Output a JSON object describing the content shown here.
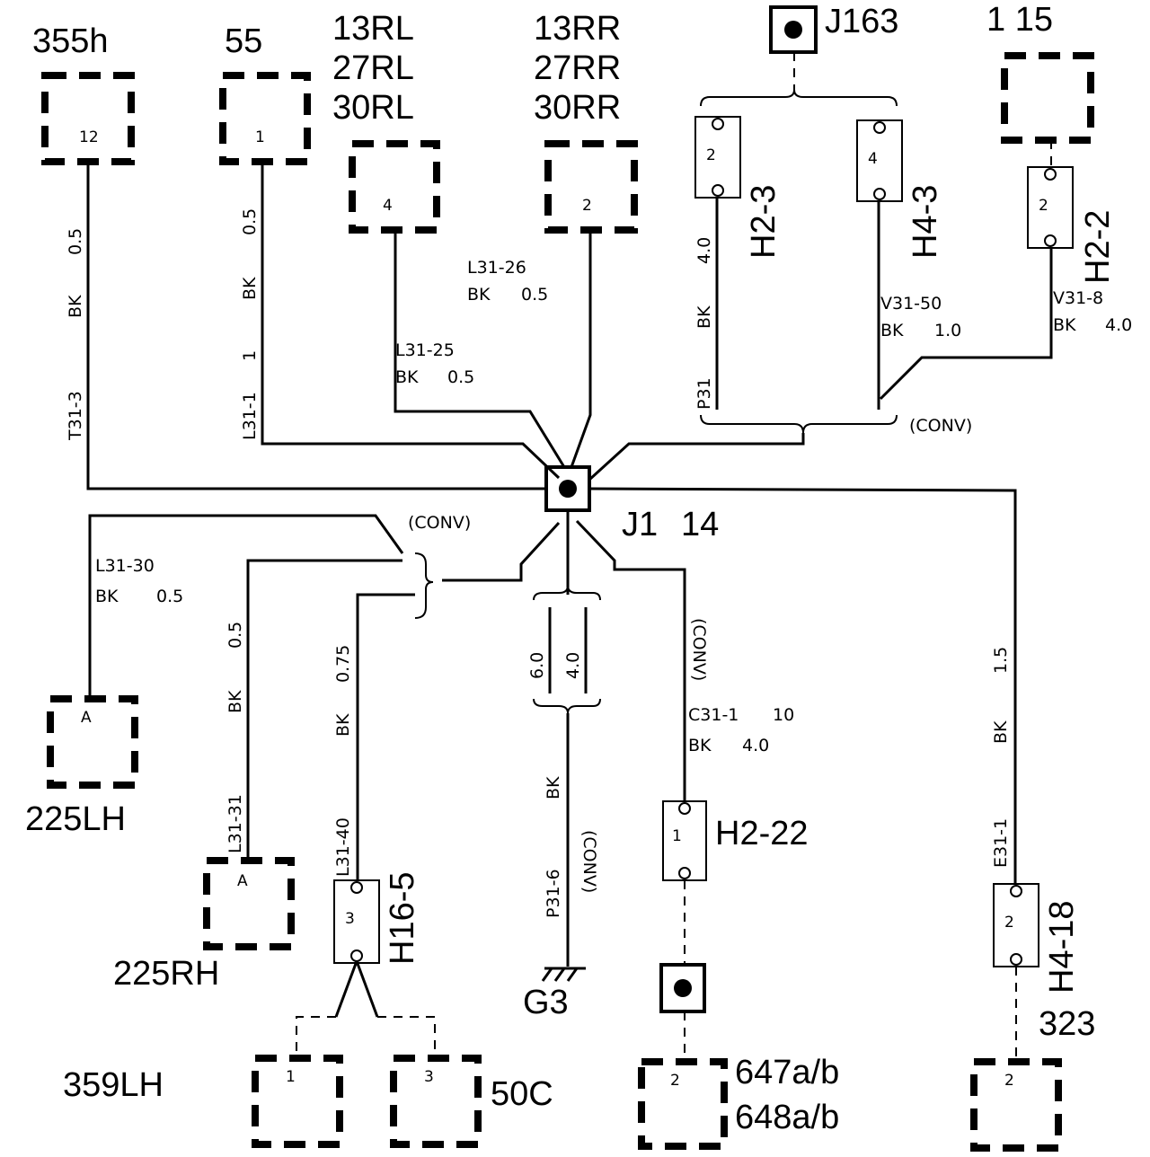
{
  "splice": {
    "ref": "J1",
    "num": "14",
    "conv": "(CONV)"
  },
  "top_splice": {
    "ref": "J163"
  },
  "connectors": {
    "c355h": {
      "name": "355h",
      "pin": "12"
    },
    "c55": {
      "name": "55",
      "pin": "1"
    },
    "c13rl": {
      "names": [
        "13RL",
        "27RL",
        "30RL"
      ],
      "pin": "4"
    },
    "c13rr": {
      "names": [
        "13RR",
        "27RR",
        "30RR"
      ],
      "pin": "2"
    },
    "c115": {
      "name": "1 15"
    },
    "c225lh": {
      "name": "225LH",
      "pin": "A"
    },
    "c225rh": {
      "name": "225RH",
      "pin": "A"
    },
    "c359lh": {
      "name": "359LH",
      "pin": "1"
    },
    "c50c": {
      "name": "50C",
      "pin": "3"
    },
    "c647": {
      "names": [
        "647a/b",
        "648a/b"
      ],
      "pin": "2"
    },
    "c323": {
      "name": "323",
      "pin": "2"
    }
  },
  "inline": {
    "h2_3": {
      "name": "H2-3",
      "pin": "2"
    },
    "h4_3": {
      "name": "H4-3",
      "pin": "4"
    },
    "h2_2": {
      "name": "H2-2",
      "pin": "2"
    },
    "h16_5": {
      "name": "H16-5",
      "pin": "3"
    },
    "h2_22": {
      "name": "H2-22",
      "pin": "1"
    },
    "h4_18": {
      "name": "H4-18",
      "pin": "2"
    }
  },
  "ground": {
    "name": "G3"
  },
  "wires": {
    "t31_3": {
      "id": "T31-3",
      "color": "BK",
      "size": "0.5"
    },
    "l31_1": {
      "id": "L31-1",
      "circuit": "1",
      "color": "BK",
      "size": "0.5"
    },
    "l31_25": {
      "id": "L31-25",
      "color": "BK",
      "size": "0.5"
    },
    "l31_26": {
      "id": "L31-26",
      "color": "BK",
      "size": "0.5"
    },
    "p31": {
      "id": "P31",
      "color": "BK",
      "size": "4.0"
    },
    "v31_50": {
      "id": "V31-50",
      "color": "BK",
      "size": "1.0"
    },
    "v31_8": {
      "id": "V31-8",
      "color": "BK",
      "size": "4.0"
    },
    "l31_30": {
      "id": "L31-30",
      "color": "BK",
      "size": "0.5"
    },
    "l31_31": {
      "id": "L31-31",
      "color": "BK",
      "size": "0.5"
    },
    "l31_40": {
      "id": "L31-40",
      "color": "BK",
      "size": "0.75"
    },
    "p31_6": {
      "id": "P31-6",
      "color": "BK",
      "size_a": "6.0",
      "size_b": "4.0"
    },
    "c31_1": {
      "id": "C31-1",
      "circuit": "10",
      "color": "BK",
      "size": "4.0"
    },
    "e31_1": {
      "id": "E31-1",
      "color": "BK",
      "size": "1.5"
    }
  }
}
